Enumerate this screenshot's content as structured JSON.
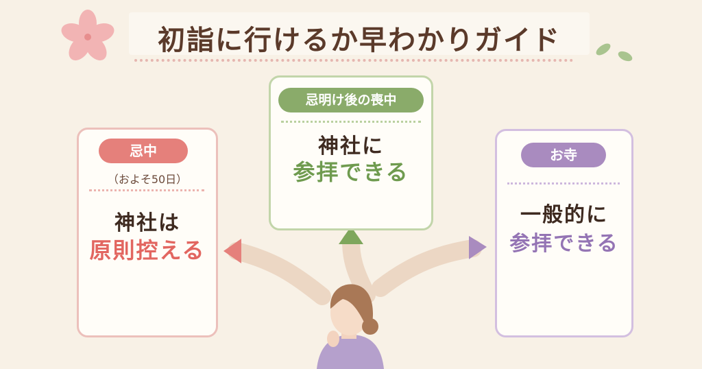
{
  "title": "初詣に行けるか早わかりガイド",
  "left": {
    "badge": "忌中",
    "sub": "（およそ50日）",
    "line1": "神社は",
    "line2": "原則控える"
  },
  "center": {
    "badge": "忌明け後の喪中",
    "line1": "神社に",
    "line2": "参拝できる"
  },
  "right": {
    "badge": "お寺",
    "line1": "一般的に",
    "line2": "参拝できる"
  },
  "colors": {
    "red": "#e5807b",
    "green": "#8aab6a",
    "purple": "#a98bbf",
    "title": "#5b3a2a"
  }
}
